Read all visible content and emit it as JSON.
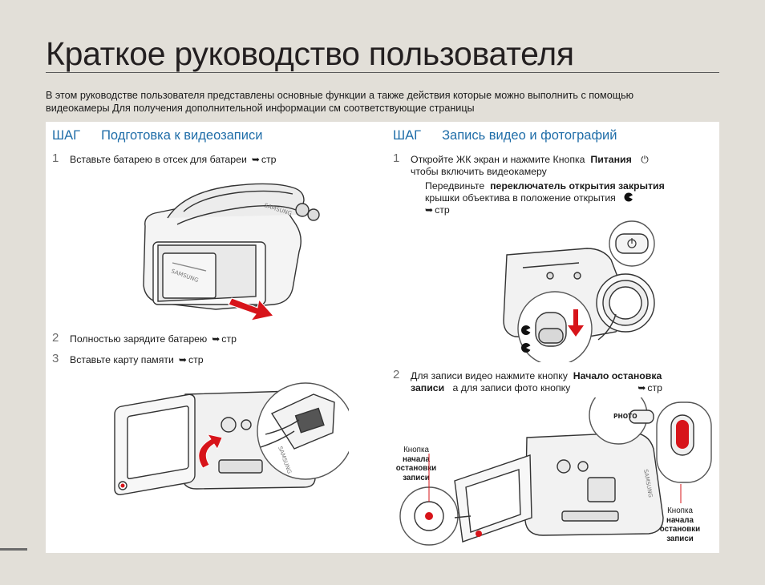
{
  "page": {
    "title": "Краткое руководство пользователя",
    "intro_line1": "В этом руководстве пользователя представлены основные функции  а также действия  которые можно выполнить с помощью",
    "intro_line2": "видеокамеры  Для получения дополнительной информации см  соответствующие страницы"
  },
  "left": {
    "step_word": "ШАГ",
    "heading": "Подготовка к видеозаписи",
    "items": [
      {
        "num": "1",
        "text": "Вставьте батарею в отсек для батареи",
        "page_ref": "стр"
      },
      {
        "num": "2",
        "text": "Полностью зарядите батарею",
        "page_ref": "стр"
      },
      {
        "num": "3",
        "text": "Вставьте карту памяти",
        "page_ref": "стр"
      }
    ]
  },
  "right": {
    "step_word": "ШАГ",
    "heading": "Запись видео и фотографий",
    "item1": {
      "num": "1",
      "line1_pre": "Откройте ЖК экран и нажмите Кнопка",
      "line1_bold": "Питания",
      "line2": "чтобы включить видеокамеру"
    },
    "sub1": {
      "pre": "Передвиньте",
      "bold": "переключатель открытия закрытия",
      "line2": "крышки объектива в положение открытия",
      "page_ref": "стр"
    },
    "item2": {
      "num": "2",
      "line1_pre": "Для записи видео нажмите кнопку",
      "line1_bold": "Начало остановка",
      "line2_bold": "записи",
      "line2_mid": "а для записи фото   кнопку",
      "page_ref": "стр"
    },
    "callout_left": {
      "line1": "Кнопка",
      "line2": "начала",
      "line3": "остановки",
      "line4": "записи"
    },
    "callout_right": {
      "line1": "Кнопка",
      "line2": "начала",
      "line3": "остановки",
      "line4": "записи"
    },
    "photo_label": "PHOTO"
  },
  "brand": "SAMSUNG",
  "colors": {
    "heading_blue": "#1f6da8",
    "record_red": "#d7141a",
    "page_bg": "#e2dfd8"
  },
  "icons": {
    "page_ref": "page-ref-arrow-icon",
    "power": "power-icon",
    "lens_cover": "lens-cover-icon"
  }
}
